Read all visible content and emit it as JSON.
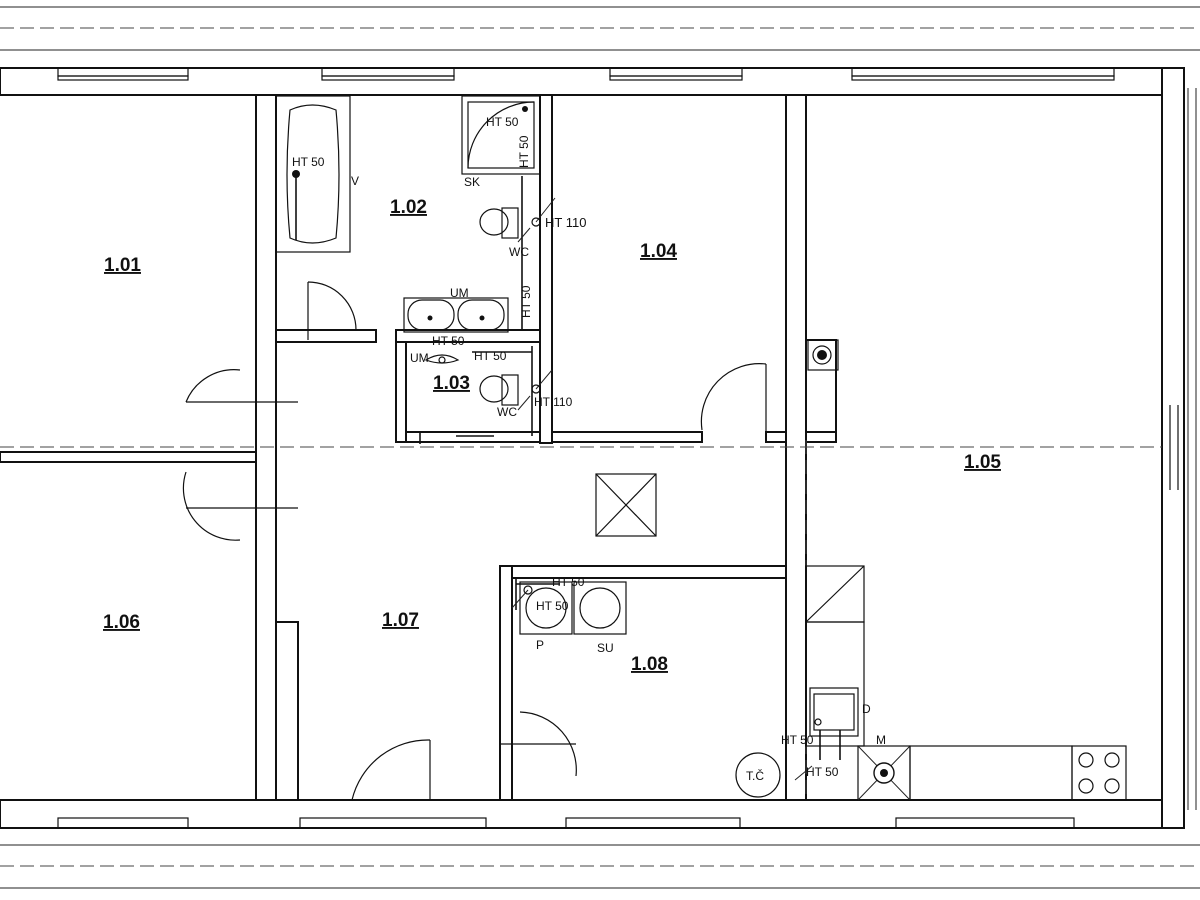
{
  "rooms": {
    "r101": "1.01",
    "r102": "1.02",
    "r103": "1.03",
    "r104": "1.04",
    "r105": "1.05",
    "r106": "1.06",
    "r107": "1.07",
    "r108": "1.08"
  },
  "labels": {
    "bath_ht": "HT 50",
    "bath_v": "V",
    "shower_ht": "HT 50",
    "shower_sk": "SK",
    "shower_ht_vertical": "HT 50",
    "wc1_stack": "HT 110",
    "wc1": "WC",
    "stack_vertical": "HT 50",
    "um1": "UM",
    "um2": "UM",
    "um2_ht_top": "HT 50",
    "um2_ht": "HT 50",
    "wc2": "WC",
    "wc2_stack": "HT 110",
    "laundry_ht": "HT 50",
    "laundry_p_ht": "HT 50",
    "laundry_p": "P",
    "laundry_su": "SU",
    "heat_pump": "T.Č",
    "kitchen_ht1": "HT 50",
    "kitchen_ht2": "HT 50",
    "kitchen_d": "D",
    "kitchen_m": "M"
  }
}
